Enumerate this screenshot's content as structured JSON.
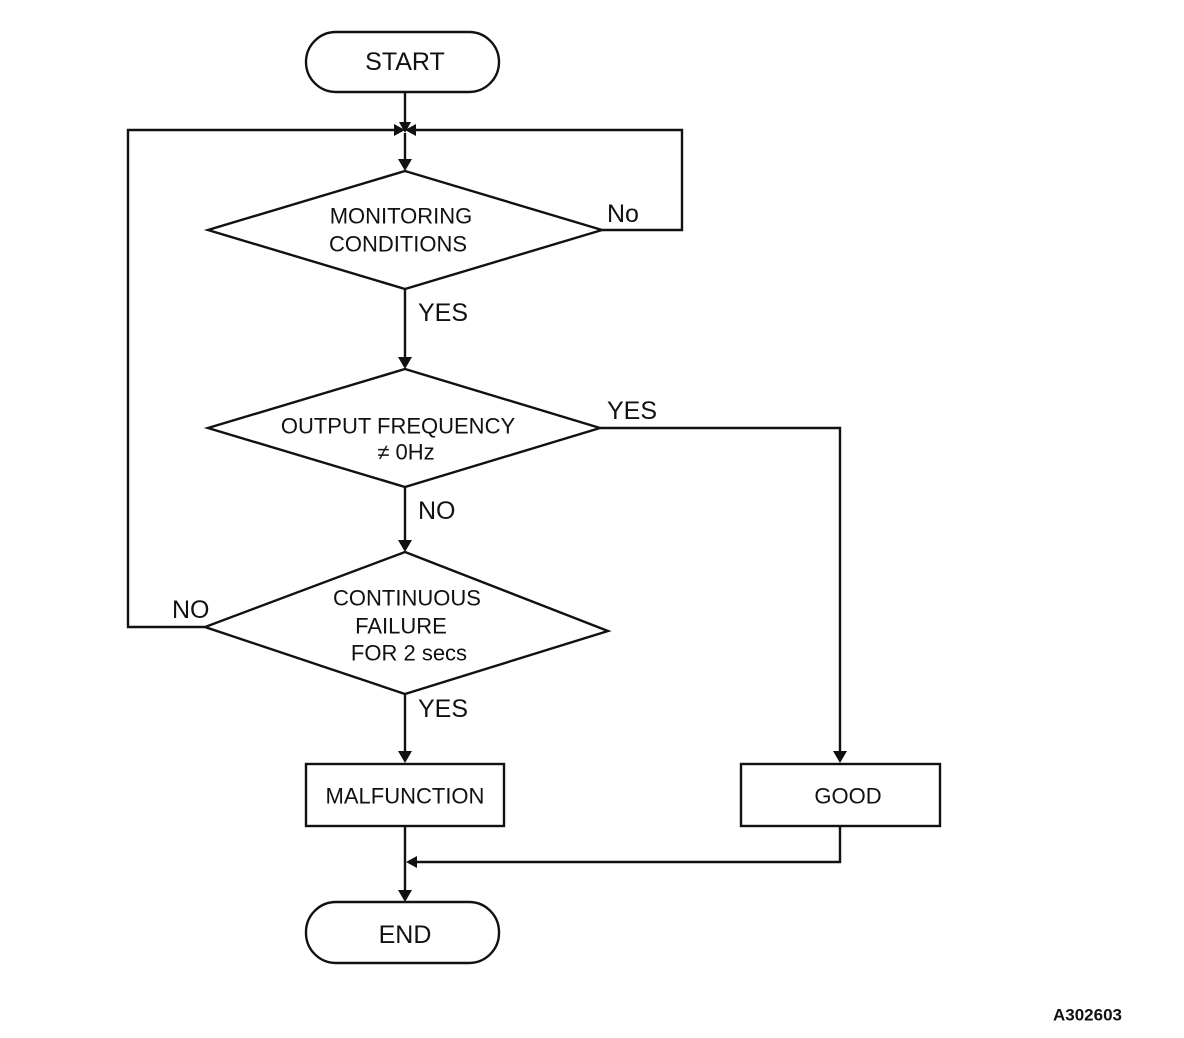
{
  "nodes": {
    "start": "START",
    "monitoring": [
      "MONITORING",
      "CONDITIONS"
    ],
    "output_frequency": [
      "OUTPUT FREQUENCY",
      "≠ 0Hz"
    ],
    "continuous_failure": [
      "CONTINUOUS",
      "FAILURE",
      "FOR 2 secs"
    ],
    "malfunction": "MALFUNCTION",
    "good": "GOOD",
    "end": "END"
  },
  "edge_labels": {
    "monitoring_no": "No",
    "monitoring_yes": "YES",
    "output_frequency_yes": "YES",
    "output_frequency_no": "NO",
    "continuous_failure_no": "NO",
    "continuous_failure_yes": "YES"
  },
  "figure_id": "A302603"
}
